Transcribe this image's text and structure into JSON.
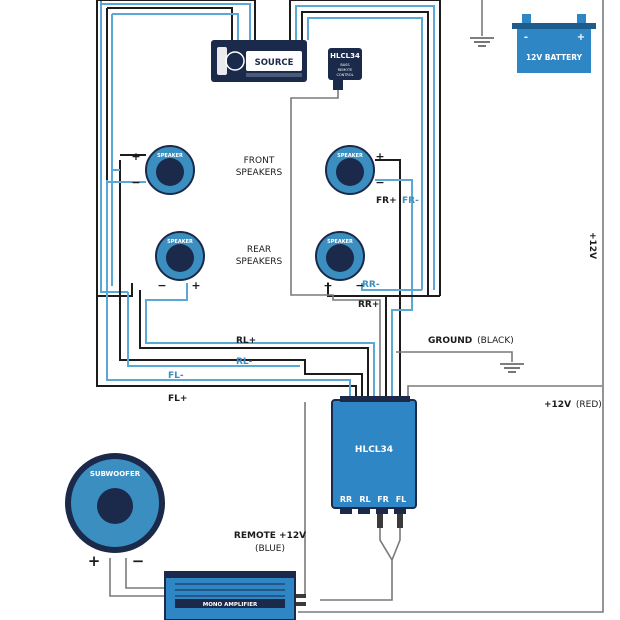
{
  "colors": {
    "navy": "#1b2a4a",
    "blue": "#3a8ec0",
    "light_blue": "#5aa8d6",
    "dark": "#1c1c1c",
    "grey": "#7a7a7a",
    "battery_blue": "#2f86c4"
  },
  "source": {
    "label": "SOURCE"
  },
  "remote": {
    "title": "HLCL34",
    "subtitle_1": "BASS",
    "subtitle_2": "REMOTE",
    "subtitle_3": "CONTROL"
  },
  "battery": {
    "label": "12V BATTERY",
    "plus": "+",
    "minus": "-"
  },
  "speakers": {
    "speaker_label": "SPEAKER",
    "front_label_1": "FRONT",
    "front_label_2": "SPEAKERS",
    "rear_label_1": "REAR",
    "rear_label_2": "SPEAKERS"
  },
  "wire_labels": {
    "fr_plus": "FR+",
    "fr_minus": "FR-",
    "rr_minus": "RR-",
    "rr_plus": "RR+",
    "rl_plus": "RL+",
    "rl_minus": "RL-",
    "fl_minus": "FL-",
    "fl_plus": "FL+",
    "plus12_vertical": "+12V",
    "ground_bold": "GROUND",
    "ground_paren": "(BLACK)",
    "plus12_red_bold": "+12V",
    "plus12_red_paren": "(RED)",
    "remote_12v": "REMOTE +12V",
    "remote_blue": "(BLUE)"
  },
  "converter": {
    "title": "HLCL34",
    "inputs": [
      "RR",
      "RL",
      "FR",
      "FL"
    ]
  },
  "subwoofer": {
    "label": "SUBWOOFER",
    "plus": "+",
    "minus": "−"
  },
  "amplifier": {
    "label": "MONO AMPLIFIER"
  },
  "polarity": {
    "plus": "+",
    "minus": "−"
  }
}
